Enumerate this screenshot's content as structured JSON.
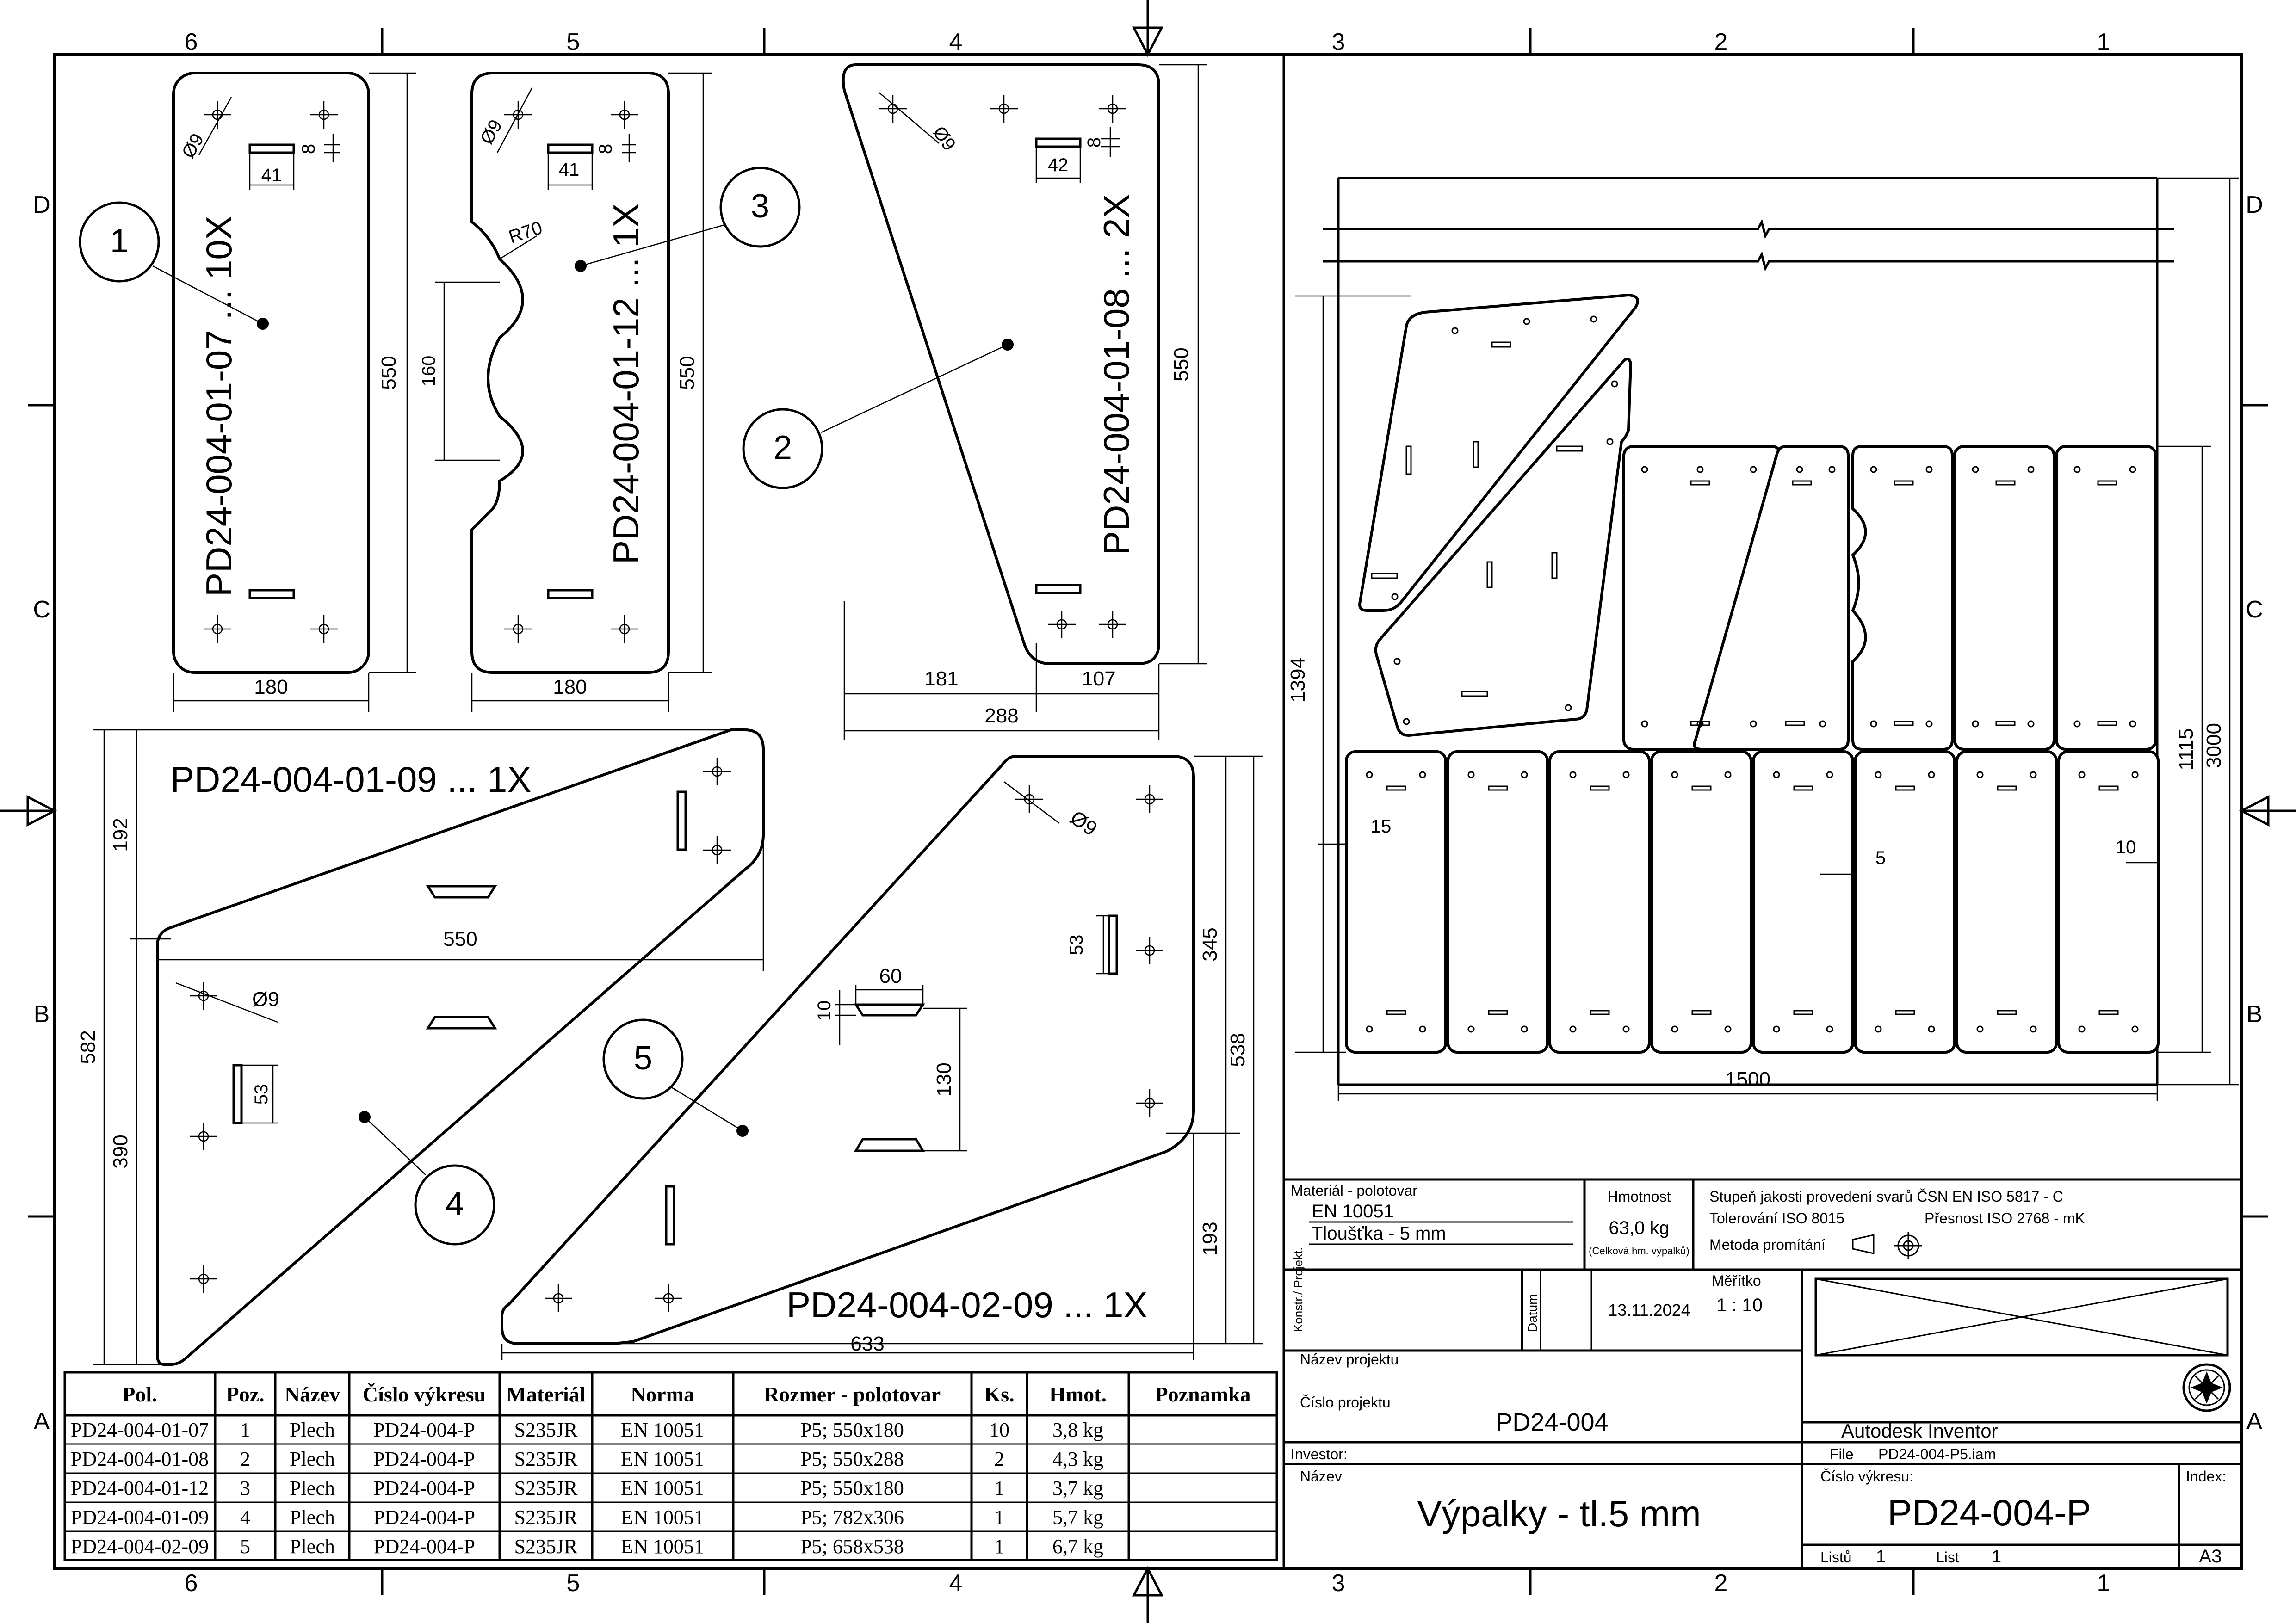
{
  "border": {
    "cols_top": [
      "6",
      "5",
      "4",
      "3",
      "2",
      "1"
    ],
    "cols_bottom": [
      "6",
      "5",
      "4",
      "3",
      "2",
      "1"
    ],
    "rows_left": [
      "D",
      "C",
      "B",
      "A"
    ],
    "rows_right": [
      "D",
      "C",
      "B",
      "A"
    ]
  },
  "parts": {
    "p1": {
      "label": "PD24-004-01-07 ... 10X",
      "balloon": "1",
      "dim_h": "550",
      "dim_w": "180",
      "slot_w": "41",
      "slot_h": "8",
      "hole": "Ø9"
    },
    "p3": {
      "label": "PD24-004-01-12 ... 1X",
      "balloon": "3",
      "dim_h": "550",
      "dim_w": "180",
      "slot_w": "41",
      "slot_h": "8",
      "hole": "Ø9",
      "radius": "R70",
      "notch": "160"
    },
    "p2": {
      "label": "PD24-004-01-08 ... 2X",
      "balloon": "2",
      "dim_h": "550",
      "dim_w1": "181",
      "dim_w2": "107",
      "dim_w": "288",
      "slot_w": "42",
      "slot_h": "8",
      "hole": "Ø9"
    },
    "p4": {
      "label": "PD24-004-01-09 ... 1X",
      "balloon": "4",
      "dim_top": "192",
      "dim_w": "550",
      "dim_bot": "390",
      "dim_h": "582",
      "slot": "53",
      "hole": "Ø9"
    },
    "p5": {
      "label": "PD24-004-02-09 ... 1X",
      "balloon": "5",
      "hole": "Ø9",
      "slot_w": "60",
      "slot_h": "10",
      "slot_gap": "130",
      "slot": "53",
      "dim_h1": "345",
      "dim_h": "538",
      "dim_h2": "193",
      "dim_w": "633"
    }
  },
  "nesting": {
    "width": "1500",
    "height": "3000",
    "used": "1115",
    "offset_left": "1394",
    "gap_edge": "15",
    "gap_parts": "5",
    "gap_right": "10"
  },
  "bom": {
    "headers": [
      "Pol.",
      "Poz.",
      "Název",
      "Číslo výkresu",
      "Materiál",
      "Norma",
      "Rozmer - polotovar",
      "Ks.",
      "Hmot.",
      "Poznamka"
    ],
    "rows": [
      [
        "PD24-004-01-07",
        "1",
        "Plech",
        "PD24-004-P",
        "S235JR",
        "EN 10051",
        "P5; 550x180",
        "10",
        "3,8 kg",
        ""
      ],
      [
        "PD24-004-01-08",
        "2",
        "Plech",
        "PD24-004-P",
        "S235JR",
        "EN 10051",
        "P5; 550x288",
        "2",
        "4,3 kg",
        ""
      ],
      [
        "PD24-004-01-12",
        "3",
        "Plech",
        "PD24-004-P",
        "S235JR",
        "EN 10051",
        "P5; 550x180",
        "1",
        "3,7 kg",
        ""
      ],
      [
        "PD24-004-01-09",
        "4",
        "Plech",
        "PD24-004-P",
        "S235JR",
        "EN 10051",
        "P5; 782x306",
        "1",
        "5,7 kg",
        ""
      ],
      [
        "PD24-004-02-09",
        "5",
        "Plech",
        "PD24-004-P",
        "S235JR",
        "EN 10051",
        "P5; 658x538",
        "1",
        "6,7 kg",
        ""
      ]
    ]
  },
  "title_block": {
    "material_label": "Materiál - polotovar",
    "material_norm": "EN 10051",
    "material_thk": "Tloušťka - 5 mm",
    "mass_label": "Hmotnost",
    "mass_value": "63,0 kg",
    "mass_note": "(Celková hm. výpalků)",
    "weld_quality": "Stupeň jakosti provedení svarů ČSN EN ISO 5817 - C",
    "tolerance": "Tolerování ISO 8015",
    "accuracy": "Přesnost ISO 2768 - mK",
    "projection": "Metoda promítání",
    "konstr_label": "Konstr./ Projekt.",
    "date_label": "Datum",
    "date_value": "13.11.2024",
    "scale_label": "Měřítko",
    "scale_value": "1 : 10",
    "project_name_label": "Název projektu",
    "project_no_label": "Číslo projektu",
    "project_no_value": "PD24-004",
    "software": "Autodesk Inventor",
    "file_label": "File",
    "file_value": "PD24-004-P5.iam",
    "investor_label": "Investor:",
    "name_label": "Název",
    "name_value": "Výpalky - tl.5 mm",
    "drawing_no_label": "Číslo výkresu:",
    "drawing_no_value": "PD24-004-P",
    "index_label": "Index:",
    "sheets_label": "Listů",
    "sheets_value": "1",
    "sheet_label": "List",
    "sheet_value": "1",
    "format": "A3"
  }
}
